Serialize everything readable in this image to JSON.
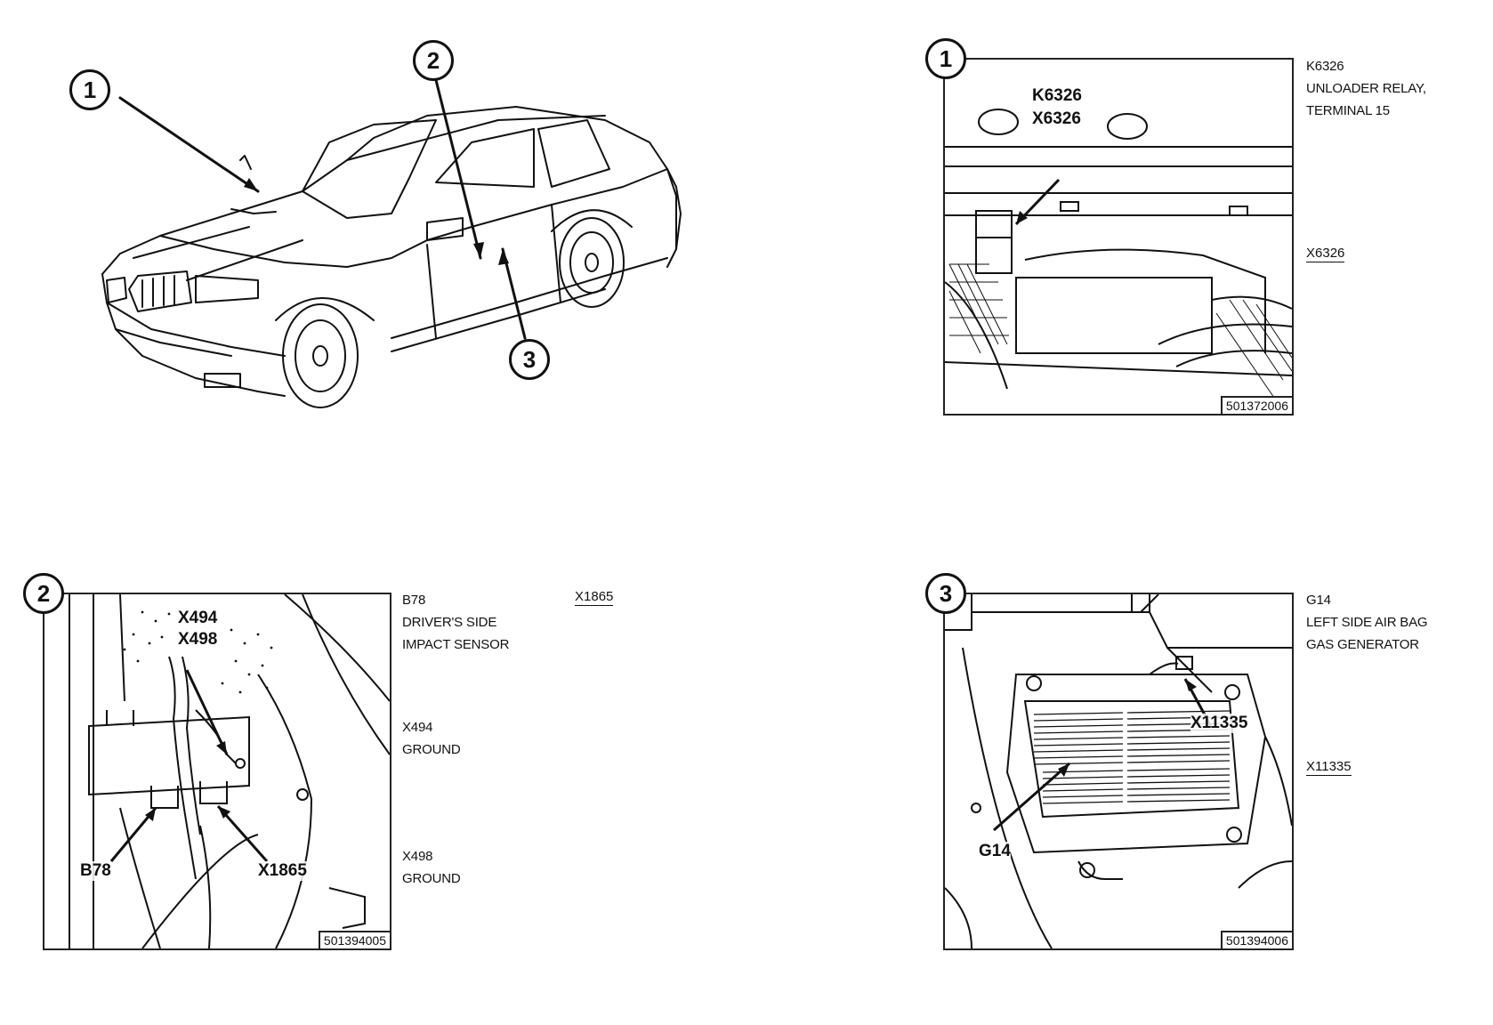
{
  "overview": {
    "callouts": [
      "1",
      "2",
      "3"
    ]
  },
  "panel1": {
    "badge": "1",
    "labels": [
      "K6326",
      "X6326"
    ],
    "figure_number": "501372006",
    "legend": [
      {
        "code": "K6326",
        "desc_lines": [
          "UNLOADER RELAY,",
          "TERMINAL 15"
        ]
      }
    ],
    "connector_refs": [
      "X6326"
    ]
  },
  "panel2": {
    "badge": "2",
    "labels": [
      "X494",
      "X498",
      "B78",
      "X1865"
    ],
    "figure_number": "501394005",
    "legend": [
      {
        "code": "B78",
        "desc_lines": [
          "DRIVER'S SIDE",
          "IMPACT SENSOR"
        ]
      },
      {
        "code": "X494",
        "desc_lines": [
          "GROUND"
        ]
      },
      {
        "code": "X498",
        "desc_lines": [
          "GROUND"
        ]
      }
    ],
    "connector_refs": [
      "X1865"
    ]
  },
  "panel3": {
    "badge": "3",
    "labels": [
      "X11335",
      "G14"
    ],
    "figure_number": "501394006",
    "legend": [
      {
        "code": "G14",
        "desc_lines": [
          "LEFT SIDE AIR BAG",
          "GAS GENERATOR"
        ]
      }
    ],
    "connector_refs": [
      "X11335"
    ]
  }
}
